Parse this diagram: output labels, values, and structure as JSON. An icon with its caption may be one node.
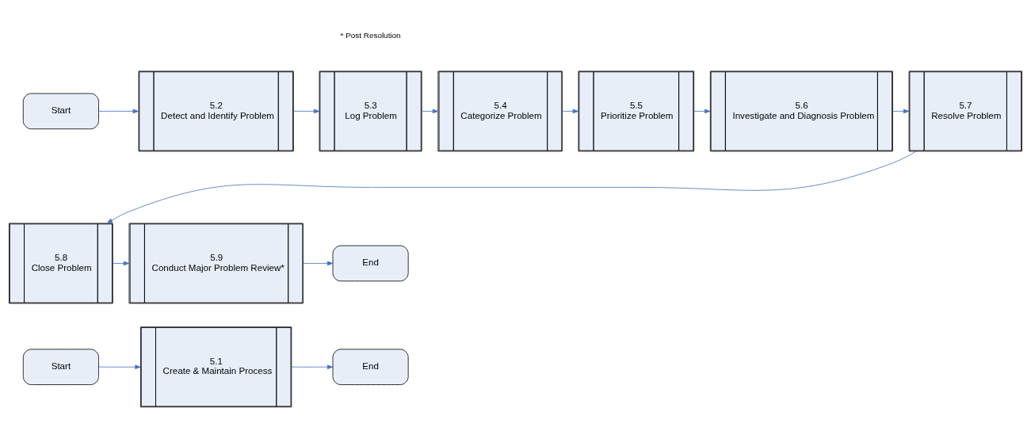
{
  "diagram": {
    "nodes": [
      {
        "text": [
          "Start"
        ]
      },
      {
        "text": [
          "5.1",
          "Create & Maintain Process"
        ]
      },
      {
        "text": [
          "End"
        ]
      },
      {
        "text": [
          "Start"
        ]
      },
      {
        "text": [
          "5.2",
          "Detect and Identify Problem"
        ]
      },
      {
        "text": [
          "5.3",
          "Log Problem"
        ]
      },
      {
        "text": [
          "5.4",
          "Categorize Problem"
        ]
      },
      {
        "text": [
          "5.5",
          "Prioritize Problem"
        ]
      },
      {
        "text": [
          "5.6",
          "Investigate and Diagnosis Problem"
        ]
      },
      {
        "text": [
          "5.7",
          "Resolve Problem"
        ]
      },
      {
        "text": [
          "5.8",
          "Close Problem"
        ]
      },
      {
        "text": [
          "5.9",
          "Conduct Major Problem Review*"
        ]
      },
      {
        "text": [
          "End"
        ]
      }
    ],
    "edges": [
      {
        "from": 0,
        "to": 1,
        "arrow": "to"
      },
      {
        "from": 1,
        "to": 2,
        "arrow": "to"
      },
      {
        "from": 3,
        "to": 4,
        "arrow": "to"
      },
      {
        "from": 4,
        "to": 5,
        "arrow": "to"
      },
      {
        "from": 5,
        "to": 6,
        "arrow": "to"
      },
      {
        "from": 6,
        "to": 7,
        "arrow": "to"
      },
      {
        "from": 7,
        "to": 8,
        "arrow": "to"
      },
      {
        "from": 8,
        "to": 9,
        "arrow": "to"
      },
      {
        "from": 9,
        "to": 10,
        "arrow": "to"
      },
      {
        "from": 10,
        "to": 11,
        "arrow": "to"
      },
      {
        "from": 11,
        "to": 12,
        "arrow": "to"
      }
    ],
    "labels": [
      "* Post Resolution"
    ]
  }
}
